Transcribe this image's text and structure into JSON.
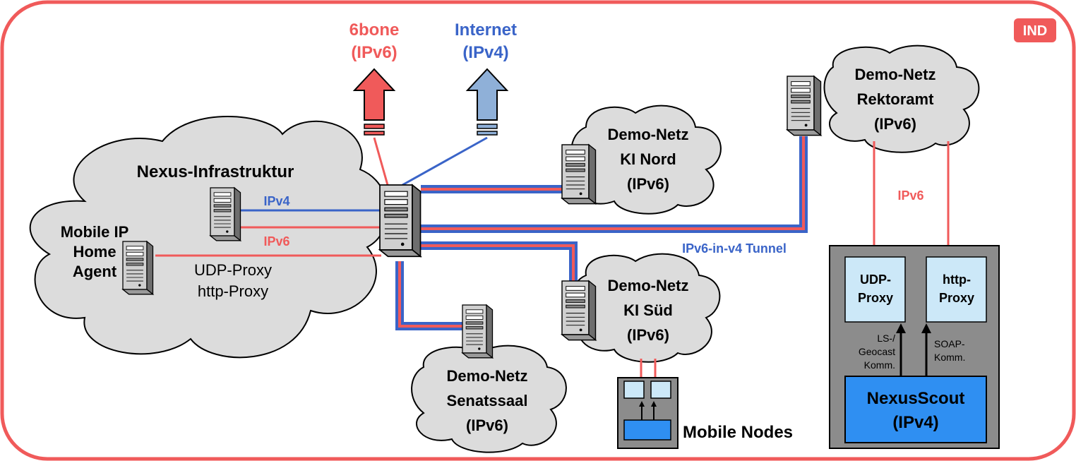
{
  "colors": {
    "frame": "#f05a5a",
    "ipv6": "#f05a5a",
    "ipv4": "#3a64c8",
    "ipv4_arrow": "#8fb0d8",
    "cloud_fill": "#dcdcdc",
    "proxy_fill": "#cce8f8",
    "scout_fill": "#2f8ff2",
    "box_fill": "#8c8c8c"
  },
  "badge": "IND",
  "uplinks": {
    "sixbone": {
      "line1": "6bone",
      "line2": "(IPv6)"
    },
    "internet": {
      "line1": "Internet",
      "line2": "(IPv4)"
    }
  },
  "nexus": {
    "title": "Nexus-Infrastruktur",
    "mobile_ip": [
      "Mobile IP",
      "Home",
      "Agent"
    ],
    "services": [
      "UDP-Proxy",
      "http-Proxy"
    ],
    "link_ipv4": "IPv4",
    "link_ipv6": "IPv6"
  },
  "networks": {
    "ki_nord": [
      "Demo-Netz",
      "KI Nord",
      "(IPv6)"
    ],
    "ki_sued": [
      "Demo-Netz",
      "KI Süd",
      "(IPv6)"
    ],
    "senatssaal": [
      "Demo-Netz",
      "Senatssaal",
      "(IPv6)"
    ],
    "rektoramt": [
      "Demo-Netz",
      "Rektoramt",
      "(IPv6)"
    ]
  },
  "tunnel_label": "IPv6-in-v4 Tunnel",
  "mobile_nodes_label": "Mobile Nodes",
  "rektoramt_box": {
    "ipv6_label": "IPv6",
    "udp_proxy": [
      "UDP-",
      "Proxy"
    ],
    "http_proxy": [
      "http-",
      "Proxy"
    ],
    "ls_comm": [
      "LS-/",
      "Geocast",
      "Komm."
    ],
    "soap_comm": [
      "SOAP-",
      "Komm."
    ],
    "scout": [
      "NexusScout",
      "(IPv4)"
    ]
  },
  "icons": [
    "server-icon",
    "cloud-icon",
    "arrow-up-icon"
  ]
}
